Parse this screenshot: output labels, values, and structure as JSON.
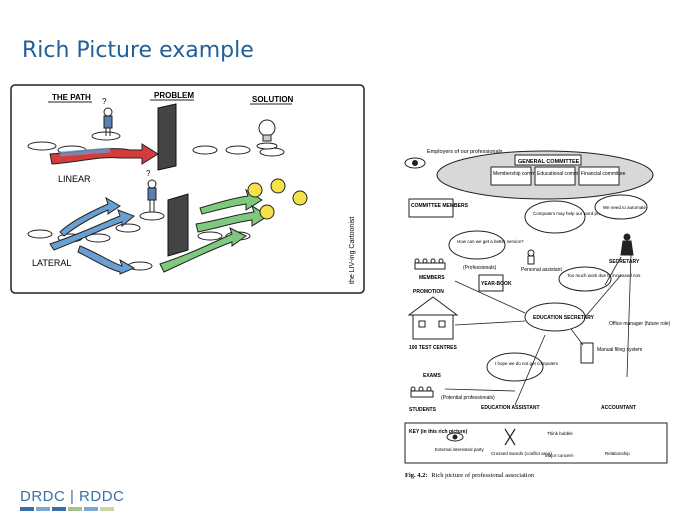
{
  "slide": {
    "title": "Rich Picture example"
  },
  "left_picture": {
    "the_path": "THE PATH",
    "problem": "PROBLEM",
    "solution": "SOLUTION",
    "linear": "LINEAR",
    "lateral": "LATERAL",
    "question": "?",
    "signature": "the LIV-ing Cartoonist"
  },
  "right_picture": {
    "employers": "Employers of our professionals",
    "general_committee": "GENERAL COMMITTEE",
    "membership_committee": "Membership committee",
    "educational_committee": "Educational committee",
    "financial_committee": "Financial committee",
    "committee_members": "COMMITTEE MEMBERS",
    "computers_may_help": "Computers may help our word processing",
    "we_need_automate": "We need to automate",
    "better_service": "How can we get a better service?",
    "professionals": "(Professionals)",
    "members": "MEMBERS",
    "year_book": "YEAR-BOOK",
    "personal_assistant": "Personal assistant",
    "too_much_work": "Too much work due to increased nos.",
    "secretary": "SECRETARY",
    "promotion": "PROMOTION",
    "education_secretary": "EDUCATION SECRETARY",
    "test_centres": "100 TEST CENTRES",
    "office_manager": "Office manager (future role)",
    "hope_computers": "I hope we do not get computers",
    "manual_filing": "Manual filing system",
    "exams": "EXAMS",
    "potential_professionals": "(Potential professionals)",
    "students": "STUDENTS",
    "education_assistant": "EDUCATION ASSISTANT",
    "accountant": "ACCOUNTANT",
    "key_title": "KEY (in this rich picture)",
    "key_external": "External interested party",
    "key_crossed": "Crossed swords (conflict area)",
    "key_think": "Think bubble",
    "key_major": "Major concern",
    "key_relationship": "Relationship",
    "caption_fig": "Fig. 4.2:",
    "caption_text": "Rich picture of professional association"
  },
  "footer": {
    "logo_text": "DRDC | RDDC"
  },
  "colors": {
    "title": "#1f5f9a",
    "arrow_red": "#d23c3c",
    "arrow_blue": "#6a9fd4",
    "arrow_green": "#7fc97f",
    "bulb_yellow": "#f5e14a",
    "logo_blue": "#3a6fa8"
  }
}
